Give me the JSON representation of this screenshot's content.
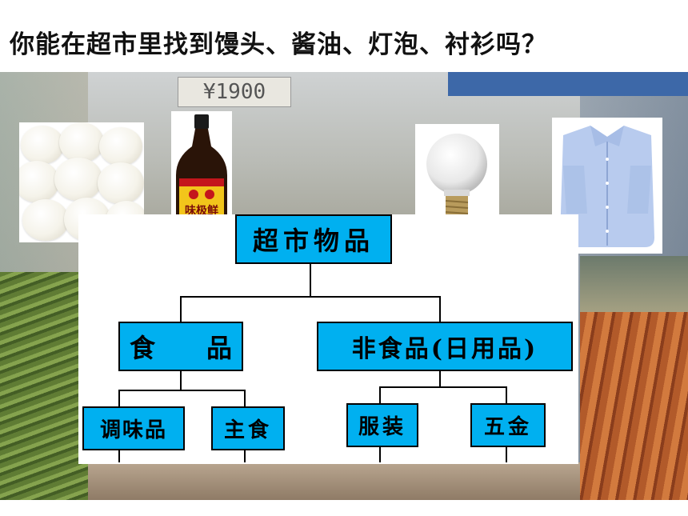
{
  "question": "你能在超市里找到馒头、酱油、灯泡、衬衫吗？",
  "price_sign": "¥1900",
  "soy_label": "味极鲜",
  "diagram": {
    "root": "超市物品",
    "level1": [
      "食　　品",
      "非食品(日用品)"
    ],
    "level2_food": [
      "调味品",
      "主食"
    ],
    "level2_nonfood": [
      "服装",
      "五金"
    ]
  },
  "colors": {
    "node_fill": "#00b0f0",
    "node_border": "#000000"
  }
}
